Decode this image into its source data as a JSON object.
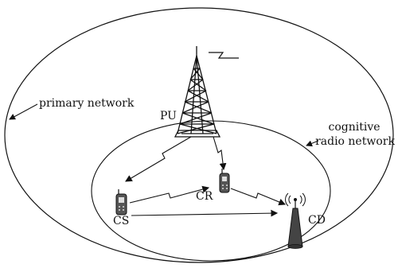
{
  "labels": {
    "primary_network": "primary network",
    "cognitive_radio_network": [
      "cognitive",
      "radio network"
    ],
    "pu": "PU",
    "cr": "CR",
    "cs": "CS",
    "cd": "CD"
  }
}
